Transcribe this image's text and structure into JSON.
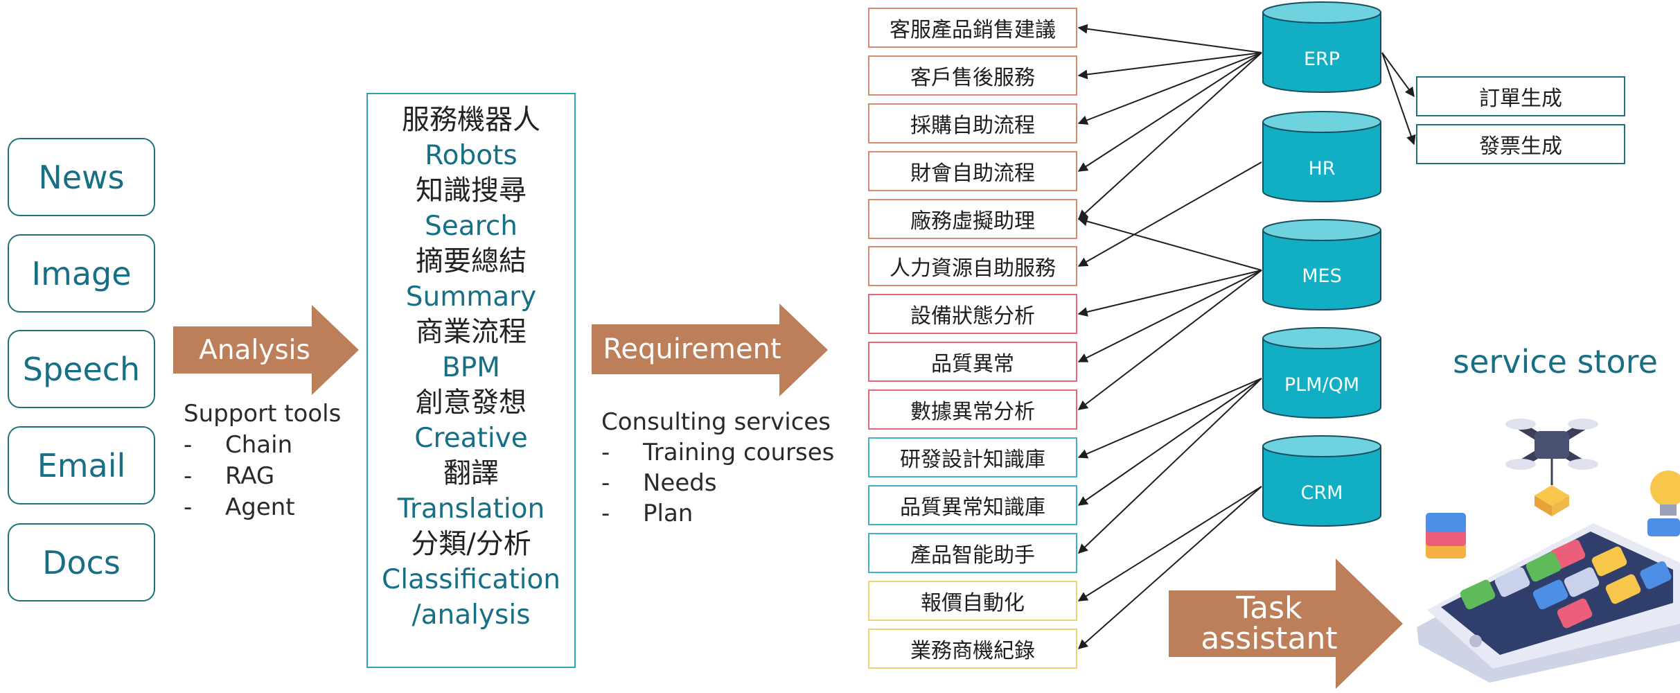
{
  "inputs": [
    "News",
    "Image",
    "Speech",
    "Email",
    "Docs"
  ],
  "analysis_arrow": {
    "label": "Analysis"
  },
  "support_tools": {
    "title": "Support tools",
    "items": [
      "Chain",
      "RAG",
      "Agent"
    ]
  },
  "capabilities": [
    {
      "zh": "服務機器人",
      "en": "Robots"
    },
    {
      "zh": "知識搜尋",
      "en": "Search"
    },
    {
      "zh": "摘要總結",
      "en": "Summary"
    },
    {
      "zh": "商業流程",
      "en": "BPM"
    },
    {
      "zh": "創意發想",
      "en": "Creative"
    },
    {
      "zh": "翻譯",
      "en": "Translation"
    },
    {
      "zh": "分類/分析",
      "en": "Classification"
    },
    {
      "zh": "",
      "en": "/analysis"
    }
  ],
  "requirement_arrow": {
    "label": "Requirement"
  },
  "consulting": {
    "title": "Consulting services",
    "items": [
      "Training courses",
      "Needs",
      "Plan"
    ]
  },
  "services": [
    {
      "label": "客服產品銷售建議",
      "border": "#d9896b"
    },
    {
      "label": "客戶售後服務",
      "border": "#d9896b"
    },
    {
      "label": "採購自助流程",
      "border": "#d9896b"
    },
    {
      "label": "財會自助流程",
      "border": "#d9896b"
    },
    {
      "label": "廠務虛擬助理",
      "border": "#d9896b"
    },
    {
      "label": "人力資源自助服務",
      "border": "#d9896b"
    },
    {
      "label": "設備狀態分析",
      "border": "#e8667a"
    },
    {
      "label": "品質異常",
      "border": "#e8667a"
    },
    {
      "label": "數據異常分析",
      "border": "#e8667a"
    },
    {
      "label": "研發設計知識庫",
      "border": "#3fb3c4"
    },
    {
      "label": "品質異常知識庫",
      "border": "#3fb3c4"
    },
    {
      "label": "產品智能助手",
      "border": "#3fb3c4"
    },
    {
      "label": "報價自動化",
      "border": "#ecd477"
    },
    {
      "label": "業務商機紀錄",
      "border": "#ecd477"
    }
  ],
  "databases": [
    "ERP",
    "HR",
    "MES",
    "PLM/QM",
    "CRM"
  ],
  "outputs": [
    "訂單生成",
    "發票生成"
  ],
  "task_arrow": {
    "line1": "Task",
    "line2": "assistant"
  },
  "service_store": {
    "title": "service store"
  },
  "colors": {
    "arrow": "#bd7f5a",
    "db_fill": "#12aec4",
    "db_top": "#6fd3df",
    "teal_text": "#176f85",
    "connector": "#1e1e1e"
  },
  "connections": [
    {
      "from": "ERP",
      "to": 0
    },
    {
      "from": "ERP",
      "to": 1
    },
    {
      "from": "ERP",
      "to": 2
    },
    {
      "from": "ERP",
      "to": 3
    },
    {
      "from": "ERP",
      "to": 4
    },
    {
      "from": "HR",
      "to": 5
    },
    {
      "from": "MES",
      "to": 4
    },
    {
      "from": "MES",
      "to": 6
    },
    {
      "from": "MES",
      "to": 7
    },
    {
      "from": "MES",
      "to": 8
    },
    {
      "from": "PLM/QM",
      "to": 9
    },
    {
      "from": "PLM/QM",
      "to": 10
    },
    {
      "from": "PLM/QM",
      "to": 11
    },
    {
      "from": "CRM",
      "to": 12
    },
    {
      "from": "CRM",
      "to": 13
    }
  ],
  "output_connections": [
    {
      "from": "ERP",
      "to": 0
    },
    {
      "from": "ERP",
      "to": 1
    }
  ]
}
